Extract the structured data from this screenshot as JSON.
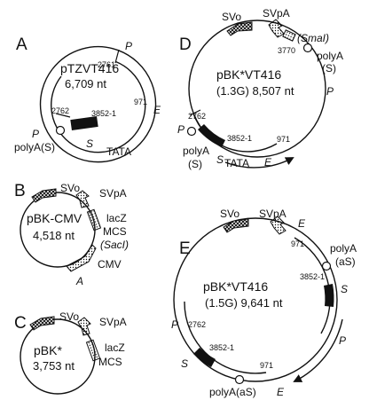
{
  "panels": {
    "A": {
      "letter": "A",
      "name": "pTZVT416",
      "size": "6,709 nt",
      "labels": {
        "P_top": "P",
        "n2761": "2761",
        "n971": "971",
        "E": "E",
        "n2762": "2762",
        "n3852": "3852-1",
        "P_left": "P",
        "polyA": "polyA(S)",
        "S": "S",
        "TATA": "TATA"
      }
    },
    "B": {
      "letter": "B",
      "name": "pBK-CMV",
      "size": "4,518 nt",
      "labels": {
        "SVo": "SVo",
        "SVpA": "SVpA",
        "lacZ": "lacZ",
        "MCS": "MCS",
        "SacI": "(SacI)",
        "CMV": "CMV",
        "A": "A"
      }
    },
    "C": {
      "letter": "C",
      "name": "pBK*",
      "size": "3,753 nt",
      "labels": {
        "SVo": "SVo",
        "SVpA": "SVpA",
        "lacZ": "lacZ",
        "MCS": "MCS"
      }
    },
    "D": {
      "letter": "D",
      "name": "pBK*VT416",
      "size": "(1.3G) 8,507 nt",
      "labels": {
        "SVo": "SVo",
        "SVpA": "SVpA",
        "SmaI": "(SmaI)",
        "n3770": "3770",
        "polyA": "polyA",
        "S_paren": "(S)",
        "P_right": "P",
        "n2762": "2762",
        "P_left": "P",
        "n3852": "3852-1",
        "n971": "971",
        "polyA_left": "polyA",
        "S_paren_left": "(S)",
        "S": "S",
        "TATA": "TATA",
        "E": "E"
      }
    },
    "E": {
      "letter": "E",
      "name": "pBK*VT416",
      "size": "(1.5G) 9,641 nt",
      "labels": {
        "SVo": "SVo",
        "SVpA": "SVpA",
        "E_top": "E",
        "n971_top": "971",
        "polyA": "polyA",
        "aS": "(aS)",
        "n3852_top": "3852-1",
        "S_right": "S",
        "P_right": "P",
        "P_left": "P",
        "n2762": "2762",
        "S_left": "S",
        "n3852_bot": "3852-1",
        "n971_bot": "971",
        "polyA_bot": "polyA(aS)",
        "E_bot": "E"
      }
    }
  }
}
